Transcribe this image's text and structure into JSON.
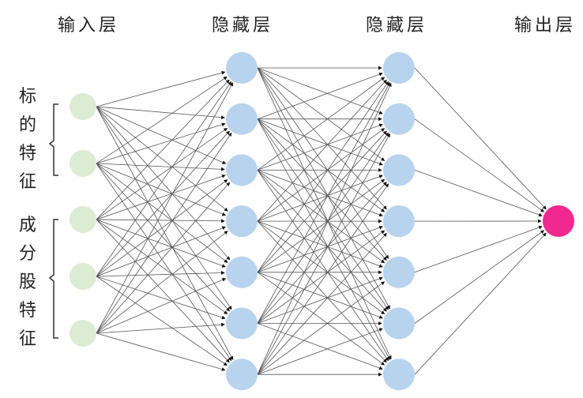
{
  "layer_titles": [
    "输入层",
    "隐藏层",
    "隐藏层",
    "输出层"
  ],
  "groups": [
    {
      "label": [
        "标",
        "的",
        "特",
        "征"
      ],
      "nodes": 2
    },
    {
      "label": [
        "成",
        "分",
        "股",
        "特",
        "征"
      ],
      "nodes": 3
    }
  ],
  "layers": [
    {
      "name": "input",
      "count": 5,
      "color": "#dcebd3"
    },
    {
      "name": "hidden-1",
      "count": 7,
      "color": "#b8d3ee"
    },
    {
      "name": "hidden-2",
      "count": 7,
      "color": "#b8d3ee"
    },
    {
      "name": "output",
      "count": 1,
      "color": "#f0288f"
    }
  ],
  "edge_color": "#555555"
}
